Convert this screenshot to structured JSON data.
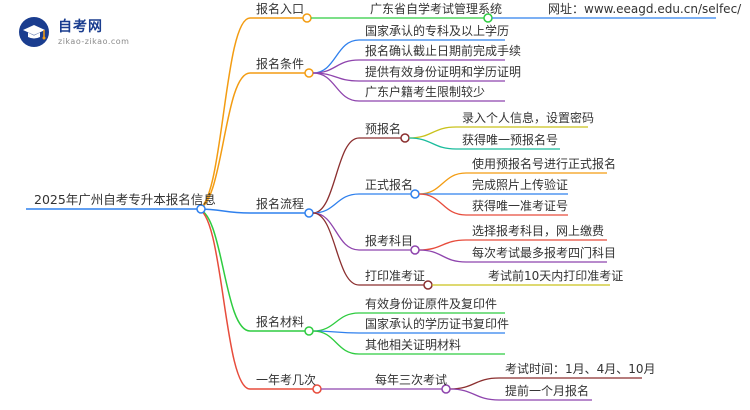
{
  "logo": {
    "title": "自考网",
    "subtitle": "zikao-zikao.com",
    "icon": "graduation-cap-icon",
    "color": "#1a3d8f"
  },
  "mindmap": {
    "root": "2025年广州自考专升本报名信息",
    "branches": [
      {
        "label": "报名入口",
        "color": "#f39c12",
        "children": [
          {
            "label": "广东省自学考试管理系统",
            "color": "#2ecc40",
            "children": [
              {
                "label": "网址：www.eeagd.edu.cn/selfec/",
                "color": "#2f80ed"
              }
            ]
          }
        ]
      },
      {
        "label": "报名条件",
        "color": "#f39c12",
        "children": [
          {
            "label": "国家承认的专科及以上学历",
            "color": "#2f80ed"
          },
          {
            "label": "报名确认截止日期前完成手续",
            "color": "#8e44ad"
          },
          {
            "label": "提供有效身份证明和学历证明",
            "color": "#8e44ad"
          },
          {
            "label": "广东户籍考生限制较少",
            "color": "#8e44ad"
          }
        ]
      },
      {
        "label": "报名流程",
        "color": "#2f80ed",
        "children": [
          {
            "label": "预报名",
            "color": "#8b2f2f",
            "children": [
              {
                "label": "录入个人信息，设置密码",
                "color": "#c9c21c"
              },
              {
                "label": "获得唯一预报名号",
                "color": "#1abc9c"
              }
            ]
          },
          {
            "label": "正式报名",
            "color": "#2f80ed",
            "children": [
              {
                "label": "使用预报名号进行正式报名",
                "color": "#f39c12"
              },
              {
                "label": "完成照片上传验证",
                "color": "#2f80ed"
              },
              {
                "label": "获得唯一准考证号",
                "color": "#e74c3c"
              }
            ]
          },
          {
            "label": "报考科目",
            "color": "#8e44ad",
            "children": [
              {
                "label": "选择报考科目，网上缴费",
                "color": "#e74c3c"
              },
              {
                "label": "每次考试最多报考四门科目",
                "color": "#8e44ad"
              }
            ]
          },
          {
            "label": "打印准考证",
            "color": "#8b2f2f",
            "children": [
              {
                "label": "考试前10天内打印准考证",
                "color": "#c9c21c"
              }
            ]
          }
        ]
      },
      {
        "label": "报名材料",
        "color": "#2ecc40",
        "children": [
          {
            "label": "有效身份证原件及复印件",
            "color": "#2ecc40"
          },
          {
            "label": "国家承认的学历证书复印件",
            "color": "#2f80ed"
          },
          {
            "label": "其他相关证明材料",
            "color": "#2ecc40"
          }
        ]
      },
      {
        "label": "一年考几次",
        "color": "#e74c3c",
        "children": [
          {
            "label": "每年三次考试",
            "color": "#8e44ad",
            "children": [
              {
                "label": "考试时间：1月、4月、10月",
                "color": "#8b2f2f"
              },
              {
                "label": "提前一个月报名",
                "color": "#8e44ad"
              }
            ]
          }
        ]
      }
    ]
  }
}
